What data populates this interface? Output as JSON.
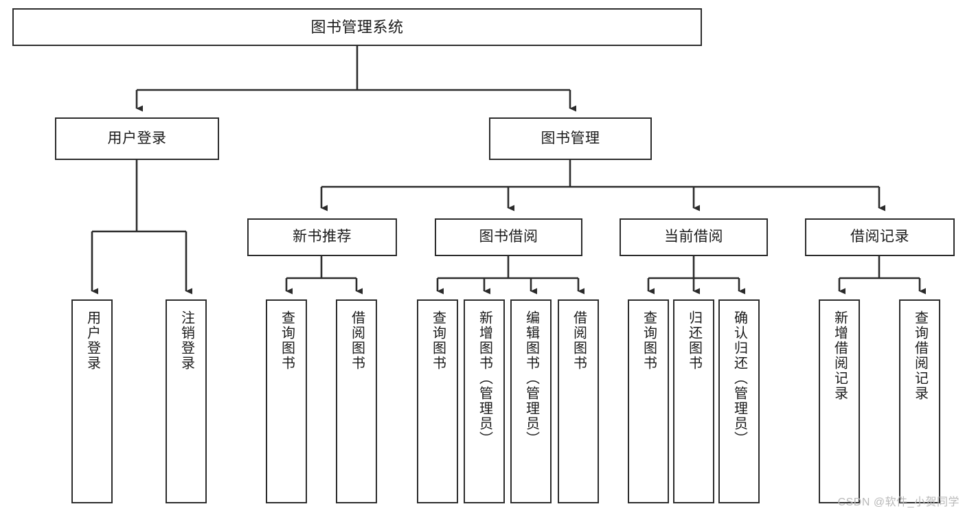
{
  "diagram": {
    "title": "图书管理系统",
    "type": "tree-hierarchy",
    "watermark": "CSDN @软件_小贺同学",
    "colors": {
      "box_border": "#2b2b2b",
      "box_fill": "#ffffff",
      "connector": "#2b2b2b",
      "text": "#1a1a1a",
      "watermark": "#b9b9b9"
    },
    "root": {
      "label": "图书管理系统"
    },
    "level1": [
      {
        "label": "用户登录"
      },
      {
        "label": "图书管理"
      }
    ],
    "level2": [
      {
        "label": "新书推荐"
      },
      {
        "label": "图书借阅"
      },
      {
        "label": "当前借阅"
      },
      {
        "label": "借阅记录"
      }
    ],
    "leaves": {
      "user_login": [
        {
          "label": "用户登录"
        },
        {
          "label": "注销登录"
        }
      ],
      "new_book_recommend": [
        {
          "label": "查询图书"
        },
        {
          "label": "借阅图书"
        }
      ],
      "book_borrow": [
        {
          "label": "查询图书"
        },
        {
          "label": "新增图书（管理员）"
        },
        {
          "label": "编辑图书（管理员）"
        },
        {
          "label": "借阅图书"
        }
      ],
      "current_borrow": [
        {
          "label": "查询图书"
        },
        {
          "label": "归还图书"
        },
        {
          "label": "确认归还（管理员）"
        }
      ],
      "borrow_record": [
        {
          "label": "新增借阅记录"
        },
        {
          "label": "查询借阅记录"
        }
      ]
    }
  }
}
